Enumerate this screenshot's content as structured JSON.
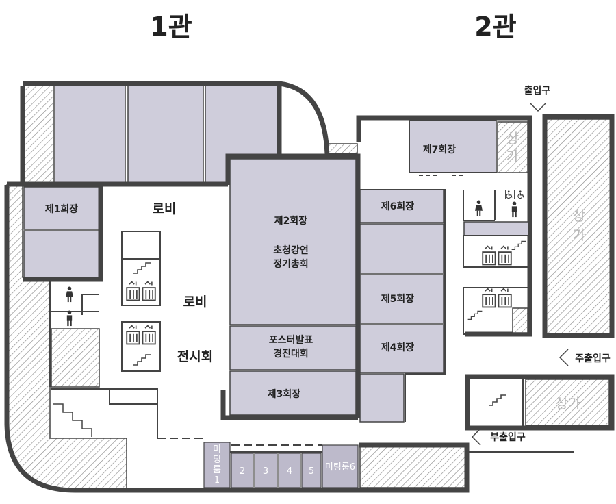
{
  "headers": {
    "hall1": "1관",
    "hall2": "2관"
  },
  "rooms": {
    "room1": "제1회장",
    "room2": "제2회장",
    "room2_event_line1": "초청강연",
    "room2_event_line2": "정기총회",
    "room3": "제3회장",
    "room4": "제4회장",
    "room5": "제5회장",
    "room6": "제6회장",
    "room7": "제7회장",
    "poster_line1": "포스터발표",
    "poster_line2": "경진대회"
  },
  "lobby": {
    "lobby_top": "로비",
    "lobby_mid": "로비",
    "exhibition": "전시회"
  },
  "meeting_rooms": {
    "mr1_line1": "미",
    "mr1_line2": "팅",
    "mr1_line3": "룸",
    "mr1_line4": "1",
    "mr2": "2",
    "mr3": "3",
    "mr4": "4",
    "mr5": "5",
    "mr6": "미팅룸6"
  },
  "shops": {
    "shop_top_1": "상",
    "shop_top_2": "가",
    "shop_right_1": "상",
    "shop_right_2": "가",
    "shop_bottom": "상가"
  },
  "entrances": {
    "exit_top": "출입구",
    "main_entrance": "주출입구",
    "side_entrance": "부출입구"
  },
  "icons": [
    "female-restroom-icon",
    "male-restroom-icon",
    "elevator-icon",
    "stairs-icon",
    "accessible-restroom-icon",
    "chevron-left-icon",
    "chevron-down-icon"
  ],
  "colors": {
    "room_fill": "#cfcddb",
    "wall": "#444444",
    "meeting_room_fill": "#bdbacb",
    "shop_text": "#b8b8b8"
  }
}
